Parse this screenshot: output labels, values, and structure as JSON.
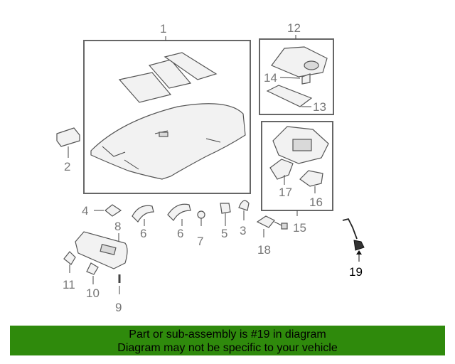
{
  "callouts": {
    "n1": "1",
    "n2": "2",
    "n3": "3",
    "n4": "4",
    "n5": "5",
    "n6a": "6",
    "n6b": "6",
    "n7": "7",
    "n8": "8",
    "n9": "9",
    "n10": "10",
    "n11": "11",
    "n12": "12",
    "n13": "13",
    "n14": "14",
    "n15": "15",
    "n16": "16",
    "n17": "17",
    "n18": "18",
    "n19": "19"
  },
  "highlighted_part": "19",
  "colors": {
    "banner": "#2f8a0c",
    "highlight_text": "#000000",
    "callout_text": "#777777"
  },
  "banner": {
    "line1": "Part or sub-assembly is #19 in diagram",
    "line2": "Diagram may not be specific to your vehicle"
  }
}
